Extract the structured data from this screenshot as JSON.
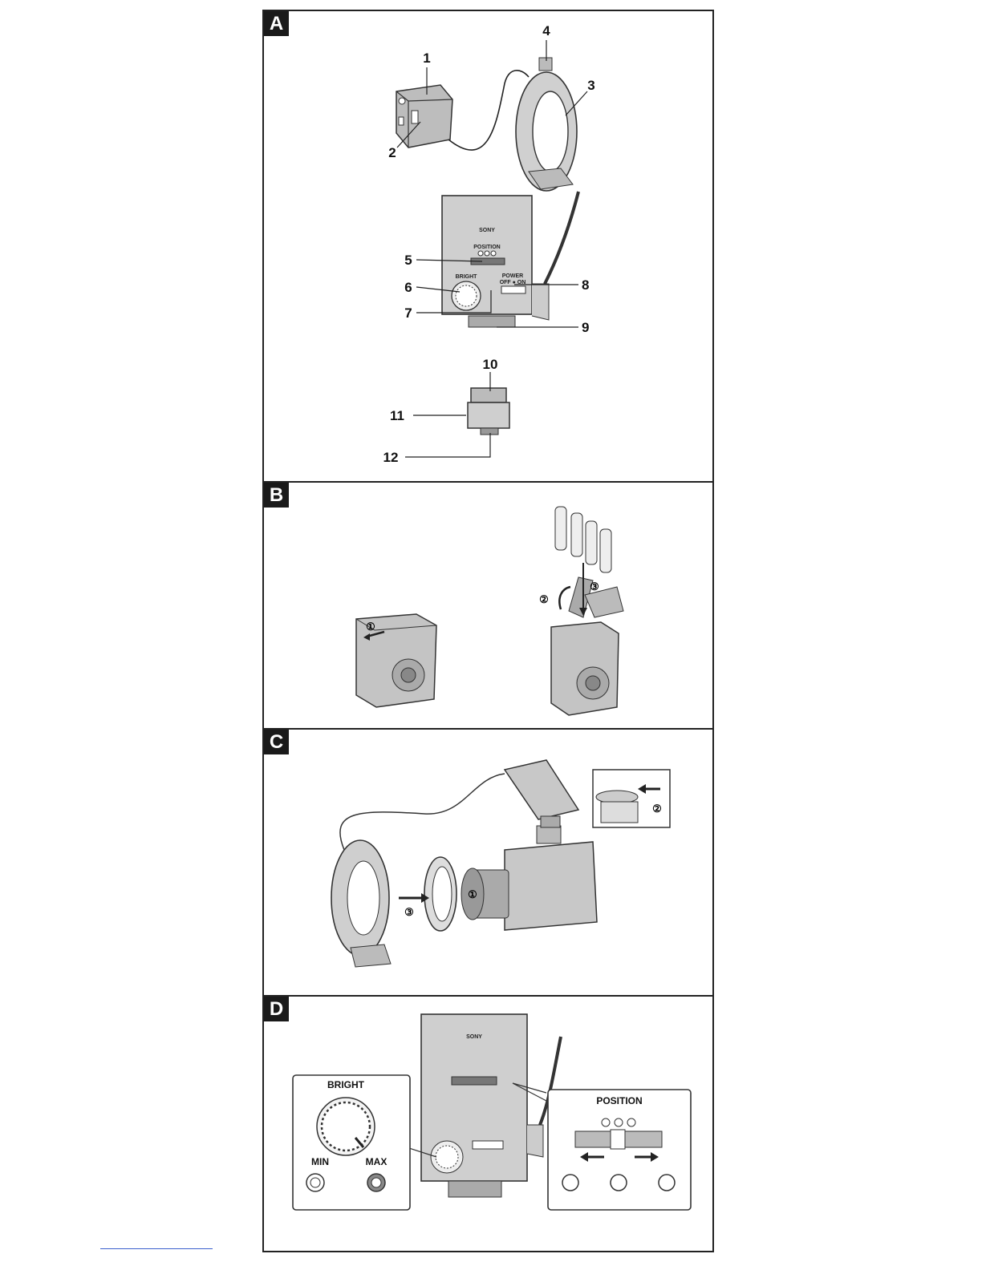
{
  "sections": {
    "a": {
      "label": "A",
      "callouts": [
        "1",
        "2",
        "3",
        "4",
        "5",
        "6",
        "7",
        "8",
        "9",
        "10",
        "11",
        "12"
      ],
      "unit_brand": "SONY",
      "unit_position_label": "POSITION",
      "unit_bright_label": "BRIGHT",
      "unit_power_label": "POWER",
      "unit_power_states": "OFF ● ON"
    },
    "b": {
      "label": "B",
      "steps": [
        "①",
        "②",
        "③"
      ]
    },
    "c": {
      "label": "C",
      "steps": [
        "①",
        "②",
        "③"
      ]
    },
    "d": {
      "label": "D",
      "unit_brand": "SONY",
      "bright_panel": {
        "title": "BRIGHT",
        "min_label": "MIN",
        "max_label": "MAX"
      },
      "position_panel": {
        "title": "POSITION"
      }
    }
  }
}
